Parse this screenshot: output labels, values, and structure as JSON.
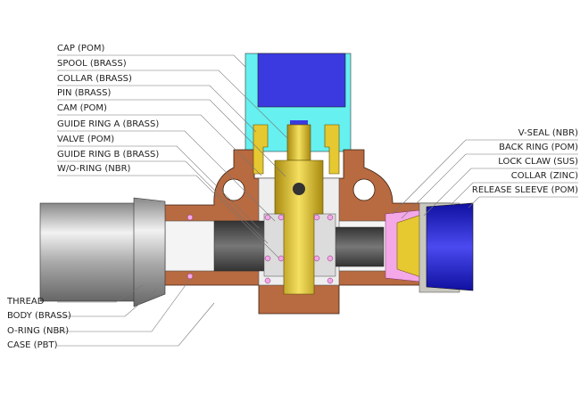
{
  "labels_left_top": [
    "CAP (POM)",
    "SPOOL (BRASS)",
    "COLLAR (BRASS)",
    "PIN (BRASS)",
    "CAM (POM)",
    "GUIDE RING A (BRASS)",
    "VALVE (POM)",
    "GUIDE RING B (BRASS)",
    "W/O-RING (NBR)"
  ],
  "labels_right": [
    "V-SEAL (NBR)",
    "BACK RING (POM)",
    "LOCK CLAW (SUS)",
    "COLLAR (ZINC)",
    "RELEASE SLEEVE (POM)"
  ],
  "labels_left_bottom": [
    "THREAD",
    "BODY (BRASS)",
    "O-RING (NBR)",
    "CASE (PBT)"
  ],
  "colors": {
    "body": "#b86a40",
    "cap": "#66f0f0",
    "cap_inner": "#3a3ae0",
    "brass": "#e6c830",
    "sleeve": "#2a2ad8",
    "seal": "#f4a8e8",
    "thread": "#a8a8a8"
  }
}
